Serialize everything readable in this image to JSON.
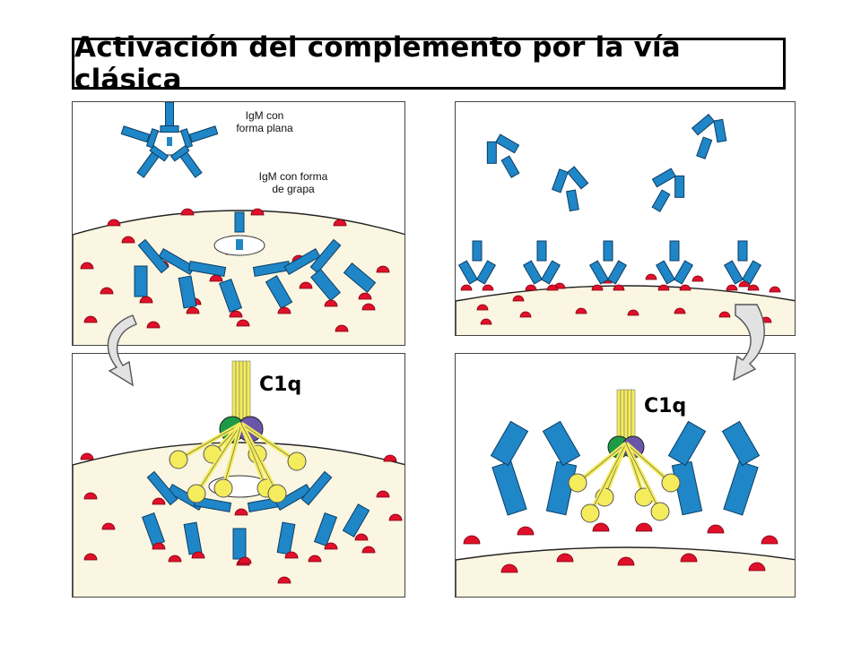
{
  "title": "Activación del complemento por la vía clásica",
  "labels": {
    "igm_flat_line1": "IgM con",
    "igm_flat_line2": "forma plana",
    "igm_staple_line1": "IgM con forma",
    "igm_staple_line2": "de grapa",
    "c1q_left": "C1q",
    "c1q_right": "C1q"
  },
  "colors": {
    "antibody": "#1f86c8",
    "antigen": "#e0102a",
    "membrane": "#fbf6e1",
    "c1q_stalk": "#f4ec5c",
    "c1r": "#1e9a47",
    "c1s": "#6a56a8",
    "arrow_fill": "#e2e2e2"
  }
}
